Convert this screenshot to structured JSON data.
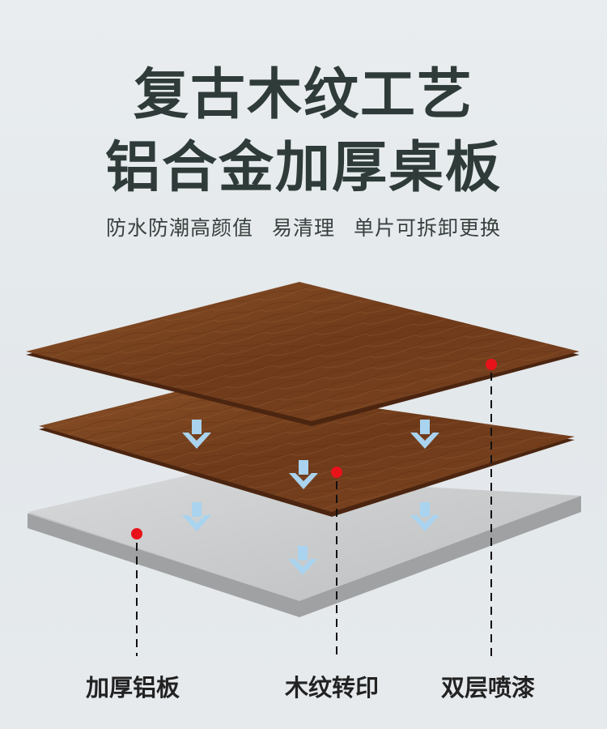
{
  "headline": {
    "line1": "复古木纹工艺",
    "line2": "铝合金加厚桌板"
  },
  "features": [
    "防水防潮高颜值",
    "易清理",
    "单片可拆卸更换"
  ],
  "layers": {
    "bottom_label": "加厚铝板",
    "middle_label": "木纹转印",
    "top_label": "双层喷漆"
  },
  "colors": {
    "title": "#2f3b38",
    "wood": "#7a4321",
    "aluminum": "#c9cacb",
    "arrow": "#a9d3ee",
    "marker": "#e8131a"
  }
}
